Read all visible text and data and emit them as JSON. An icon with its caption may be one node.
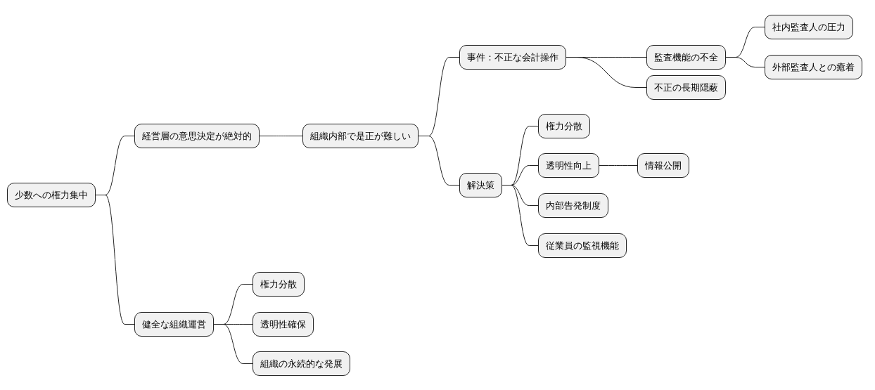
{
  "diagram": {
    "nodes": [
      {
        "text": [
          "少数への権力集中"
        ]
      },
      {
        "text": [
          "経営層の意思決定が絶対的"
        ]
      },
      {
        "text": [
          "組織内部で是正が難しい"
        ]
      },
      {
        "text": [
          "事件：不正な会計操作"
        ]
      },
      {
        "text": [
          "監査機能の不全"
        ]
      },
      {
        "text": [
          "社内監査人の圧力"
        ]
      },
      {
        "text": [
          "外部監査人との癒着"
        ]
      },
      {
        "text": [
          "不正の長期隠蔽"
        ]
      },
      {
        "text": [
          "解決策"
        ]
      },
      {
        "text": [
          "権力分散"
        ]
      },
      {
        "text": [
          "透明性向上"
        ]
      },
      {
        "text": [
          "情報公開"
        ]
      },
      {
        "text": [
          "内部告発制度"
        ]
      },
      {
        "text": [
          "従業員の監視機能"
        ]
      },
      {
        "text": [
          "健全な組織運営"
        ]
      },
      {
        "text": [
          "権力分散"
        ]
      },
      {
        "text": [
          "透明性確保"
        ]
      },
      {
        "text": [
          "組織の永続的な発展"
        ]
      }
    ],
    "edges": [
      {
        "from": 0,
        "to": 1,
        "arrow": "none"
      },
      {
        "from": 1,
        "to": 2,
        "arrow": "none"
      },
      {
        "from": 2,
        "to": 3,
        "arrow": "none"
      },
      {
        "from": 3,
        "to": 4,
        "arrow": "none"
      },
      {
        "from": 4,
        "to": 5,
        "arrow": "none"
      },
      {
        "from": 4,
        "to": 6,
        "arrow": "none"
      },
      {
        "from": 3,
        "to": 7,
        "arrow": "none"
      },
      {
        "from": 2,
        "to": 8,
        "arrow": "none"
      },
      {
        "from": 8,
        "to": 9,
        "arrow": "none"
      },
      {
        "from": 8,
        "to": 10,
        "arrow": "none"
      },
      {
        "from": 10,
        "to": 11,
        "arrow": "none"
      },
      {
        "from": 8,
        "to": 12,
        "arrow": "none"
      },
      {
        "from": 8,
        "to": 13,
        "arrow": "none"
      },
      {
        "from": 0,
        "to": 14,
        "arrow": "none"
      },
      {
        "from": 14,
        "to": 15,
        "arrow": "none"
      },
      {
        "from": 14,
        "to": 16,
        "arrow": "none"
      },
      {
        "from": 14,
        "to": 17,
        "arrow": "none"
      }
    ]
  }
}
